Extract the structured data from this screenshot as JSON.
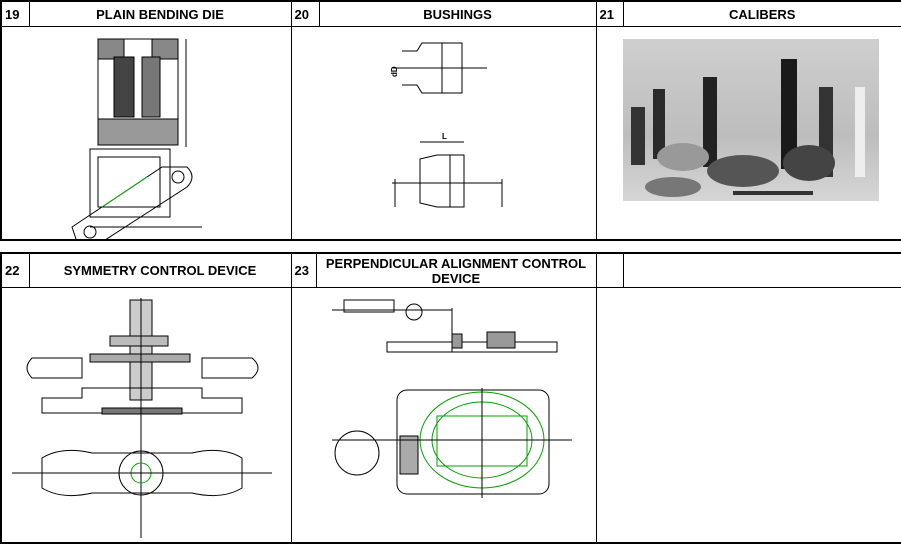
{
  "rows": [
    {
      "items": [
        {
          "number": "19",
          "title": "PLAIN BENDING DIE",
          "image": "bending-die-drawing"
        },
        {
          "number": "20",
          "title": "BUSHINGS",
          "image": "bushing-drawing",
          "labels": [
            "dD",
            "L"
          ]
        },
        {
          "number": "21",
          "title": "CALIBERS",
          "image": "calibers-photo"
        }
      ]
    },
    {
      "items": [
        {
          "number": "22",
          "title": "SYMMETRY CONTROL DEVICE",
          "image": "symmetry-device-drawing"
        },
        {
          "number": "23",
          "title": "PERPENDICULAR ALIGNMENT CONTROL DEVICE",
          "image": "perpendicular-device-drawing"
        },
        {
          "number": "",
          "title": "",
          "image": ""
        }
      ]
    }
  ],
  "colors": {
    "line": "#000000",
    "cad_green": "#00a000",
    "photo_bg": "#c8c8c8"
  }
}
